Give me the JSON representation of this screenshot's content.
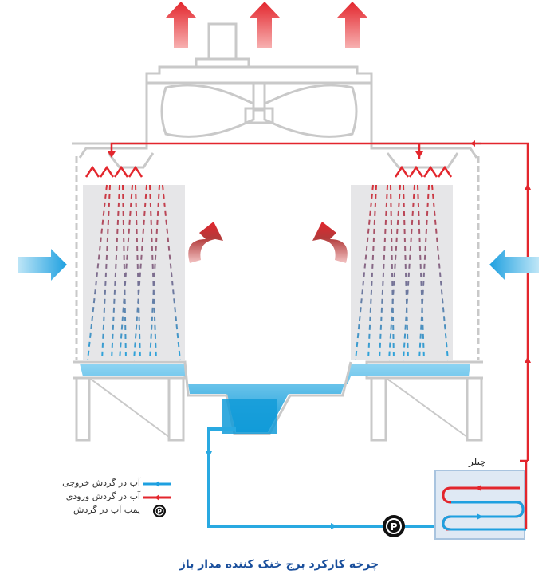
{
  "caption": "چرخه کارکرد برج خنک کننده مدار باز",
  "chiller_label": "چیلر",
  "legend": {
    "outgoing": "آب در گردش خروجی",
    "incoming": "آب در گردش ورودی",
    "pump": "پمپ آب در گردش",
    "pump_symbol": "P"
  },
  "pump_symbol": "P",
  "colors": {
    "hot": "#e3262d",
    "cold": "#1ea0e0",
    "structure": "#c9c9c9",
    "fill": "#e6e6e8",
    "water": "#29a9e1",
    "caption": "#1a4f9c"
  }
}
